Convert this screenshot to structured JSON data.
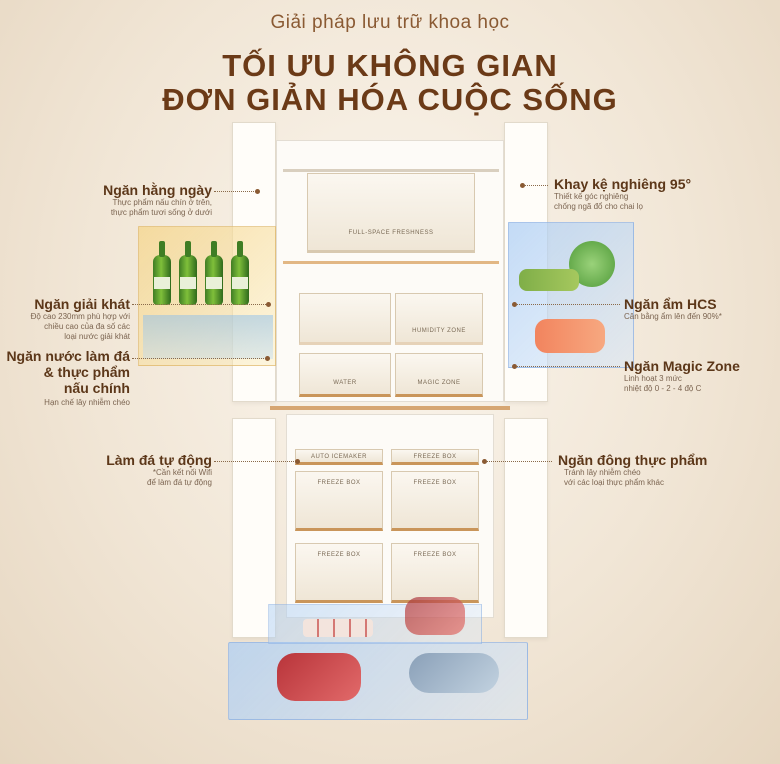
{
  "header": {
    "subtitle": "Giải pháp lưu trữ khoa học",
    "title_line1": "TỐI ƯU KHÔNG GIAN",
    "title_line2": "ĐƠN GIẢN HÓA CUỘC SỐNG"
  },
  "fridge_labels": {
    "top_compartment": "FULL-SPACE FRESHNESS",
    "humidity_zone": "HUMIDITY ZONE",
    "water": "WATER",
    "magic_zone": "MAGIC ZONE",
    "auto_ice": "AUTO ICEMAKER",
    "freeze_box": "FREEZE BOX"
  },
  "callouts": {
    "left": [
      {
        "title": "Ngăn hằng ngày",
        "desc": [
          "Thực phẩm nấu chín ở trên,",
          "thực phẩm tươi sống ở dưới"
        ]
      },
      {
        "title": "Ngăn giải khát",
        "desc": [
          "Độ cao 230mm phù hợp với",
          "chiều cao của đa số các",
          "loại nước giải khát"
        ]
      },
      {
        "title": "Ngăn nước làm đá",
        "title2": "& thực phẩm",
        "title3": "nấu chính",
        "desc": [
          "Hạn chế lây nhiễm chéo"
        ]
      },
      {
        "title": "Làm đá tự động",
        "desc": [
          "*Cần kết nối Wifi",
          "để làm đá tự động"
        ]
      }
    ],
    "right": [
      {
        "title": "Khay kệ nghiêng 95°",
        "desc": [
          "Thiết kế góc nghiêng",
          "chống ngã đổ cho chai lọ"
        ]
      },
      {
        "title": "Ngăn ẩm HCS",
        "desc": [
          "Cân bằng ẩm lên đến 90%*"
        ]
      },
      {
        "title": "Ngăn Magic Zone",
        "desc": [
          "Linh hoạt 3 mức",
          "nhiệt độ 0 - 2 - 4 độ C"
        ]
      },
      {
        "title": "Ngăn đông thực phẩm",
        "desc": [
          "Tránh lây nhiễm chéo",
          "với các loại thực phẩm khác"
        ]
      }
    ]
  },
  "colors": {
    "title_brown": "#6b3a17",
    "accent_gold": "#d6a672",
    "panel_gold": "#f5d68c",
    "panel_blue": "#aacdf5"
  }
}
